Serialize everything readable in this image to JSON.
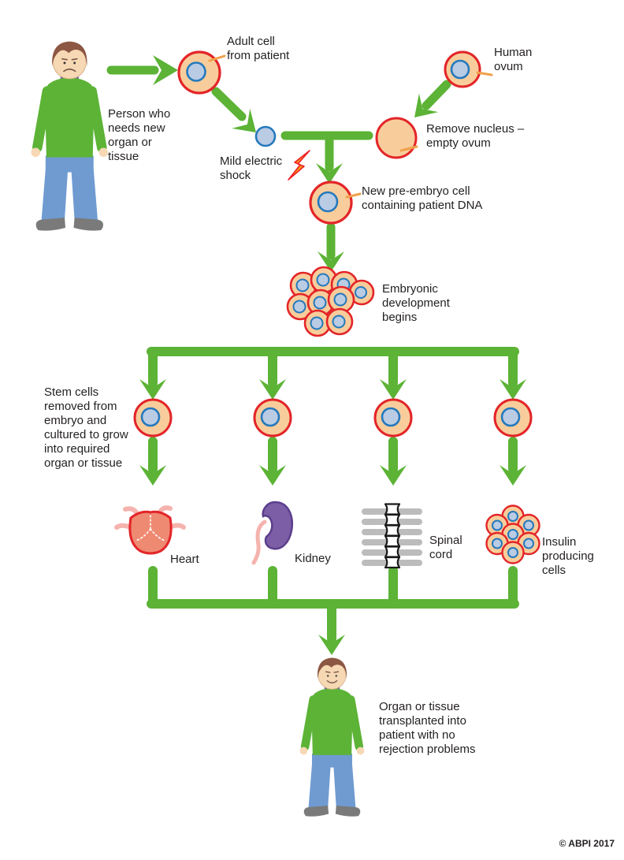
{
  "labels": {
    "person_top": "Person who\nneeds new\norgan or\ntissue",
    "adult_cell": "Adult cell\nfrom patient",
    "human_ovum": "Human\novum",
    "remove_nucleus": "Remove nucleus –\nempty ovum",
    "mild_shock": "Mild electric\nshock",
    "new_cell": "New pre-embryo cell\ncontaining patient DNA",
    "embryonic": "Embryonic\ndevelopment\nbegins",
    "stem_cells": "Stem cells\nremoved from\nembryo and\ncultured to grow\ninto required\norgan or tissue",
    "heart": "Heart",
    "kidney": "Kidney",
    "spinal": "Spinal\ncord",
    "insulin": "Insulin\nproducing\ncells",
    "person_bottom": "Organ or tissue\ntransplanted into\npatient with no\nrejection problems",
    "credit": "© ABPI 2017"
  },
  "icons": [
    "person-sad-icon",
    "adult-cell-icon",
    "human-ovum-icon",
    "empty-ovum-icon",
    "extracted-nucleus-icon",
    "lightning-icon",
    "pre-embryo-cell-icon",
    "embryo-cluster-icon",
    "stem-cell-icon",
    "heart-icon",
    "kidney-icon",
    "spinal-cord-icon",
    "insulin-cells-icon",
    "person-happy-icon",
    "green-arrow-icon"
  ],
  "colors": {
    "green": "#5cb336",
    "red": "#e32528",
    "cell_fill": "#f8cd9b",
    "nucleus_fill": "#bacbe4",
    "nucleus_stroke": "#2479bd",
    "tick_orange": "#f0a14b",
    "bolt_fill": "#f7941d",
    "bolt_stroke": "#ed2024",
    "purple": "#7c5ea6",
    "purple_dark": "#5b3f8c",
    "pink": "#f5b3ad",
    "heart_fill": "#ef8a72",
    "gray": "#bcbcbc",
    "jeans": "#6f9bd1",
    "skin": "#f7d8b4",
    "hair": "#8c5743",
    "shoe": "#7a7a7a",
    "collar": "#7d5fa8",
    "text": "#231f20"
  }
}
